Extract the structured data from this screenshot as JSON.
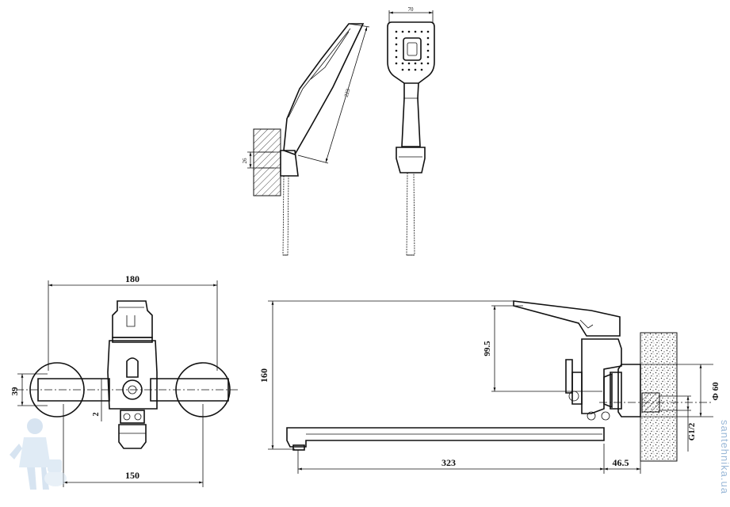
{
  "dimensions": {
    "handshower_width": "70",
    "handshower_length": "223",
    "holder_height": "26",
    "overall_width": "180",
    "height_left": "39",
    "offset_small": "2",
    "mount_spacing": "150",
    "overall_height": "160",
    "spout_height": "99.5",
    "spout_reach": "323",
    "wall_offset": "46.5",
    "escutcheon_diameter": "Ф 60",
    "thread_size": "G1/2"
  },
  "watermark": {
    "site": "santehnika.ua"
  },
  "colors": {
    "line": "#111111",
    "watermark": "#9bb9d8"
  }
}
